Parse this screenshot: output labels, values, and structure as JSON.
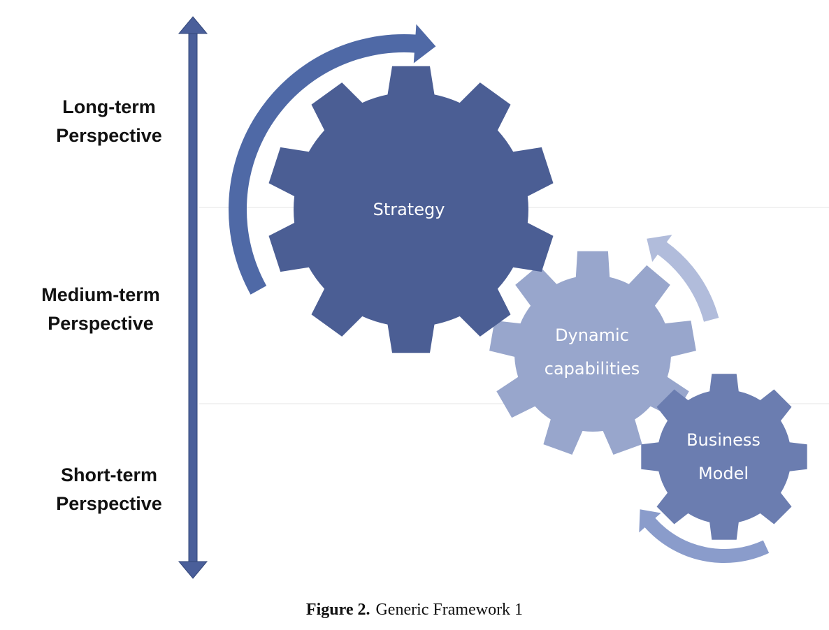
{
  "diagram": {
    "perspectives": [
      {
        "id": "long",
        "line1": "Long-term",
        "line2": "Perspective"
      },
      {
        "id": "medium",
        "line1": "Medium-term",
        "line2": "Perspective"
      },
      {
        "id": "short",
        "line1": "Short-term",
        "line2": "Perspective"
      }
    ],
    "gears": [
      {
        "id": "strategy",
        "line1": "Strategy",
        "line2": ""
      },
      {
        "id": "dynamic-capabilities",
        "line1": "Dynamic",
        "line2": "capabilities"
      },
      {
        "id": "business-model",
        "line1": "Business",
        "line2": "Model"
      }
    ],
    "caption": {
      "number": "Figure 2.",
      "title": "Generic Framework 1"
    },
    "colors": {
      "timeline_arrow": "#4a5f9a",
      "strategy_gear": "#4b5e94",
      "dynamic_gear": "#98a6cc",
      "business_gear": "#6b7db0",
      "strategy_arc": "#4f69a6",
      "dynamic_arc": "#b1bcdb",
      "business_arc": "#8a9ccb",
      "divider": "#eeeeee"
    }
  }
}
